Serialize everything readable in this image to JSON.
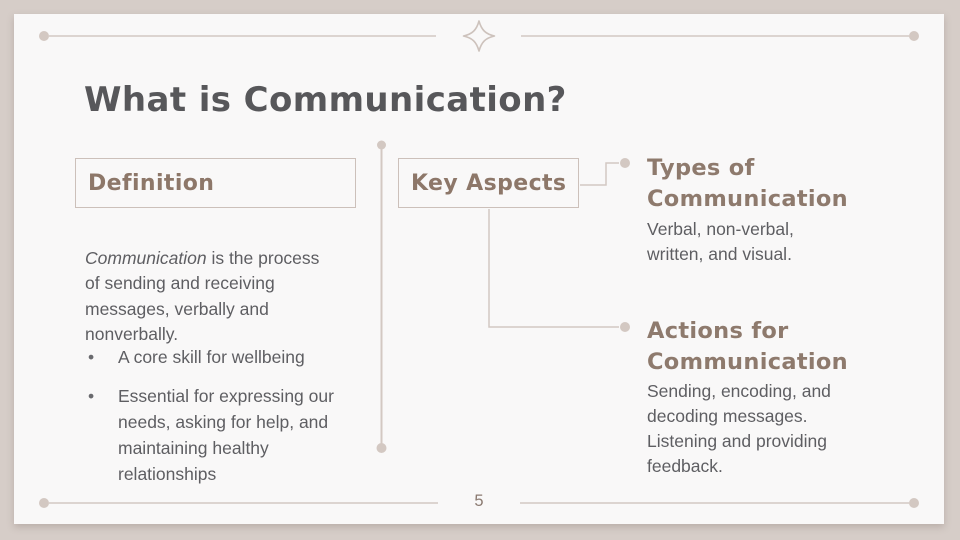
{
  "slide": {
    "title": "What is Communication?",
    "page_number": "5",
    "bullet_glyph": "•",
    "colors": {
      "frame": "#d6cdc8",
      "card_background": "#f9f8f8",
      "accent_line": "#d3c8c2",
      "heading_brown": "#8e7a6d",
      "title_gray": "#57575a",
      "body_gray": "#5e5e62"
    },
    "icons": {
      "divider_star": "four-point-sparkle"
    }
  },
  "definition": {
    "label": "Definition",
    "term": "Communication",
    "body_rest": " is the process of sending and receiving messages, verbally and nonverbally.",
    "bullets": [
      "A core skill for wellbeing",
      "Essential for expressing our needs, asking for help, and maintaining healthy relationships"
    ]
  },
  "key_aspects": {
    "label": "Key Aspects",
    "items": [
      {
        "heading": "Types of Communication",
        "body": "Verbal, non-verbal, written, and visual."
      },
      {
        "heading": "Actions for Communication",
        "body": "Sending, encoding, and decoding messages. Listening and providing feedback."
      }
    ]
  }
}
